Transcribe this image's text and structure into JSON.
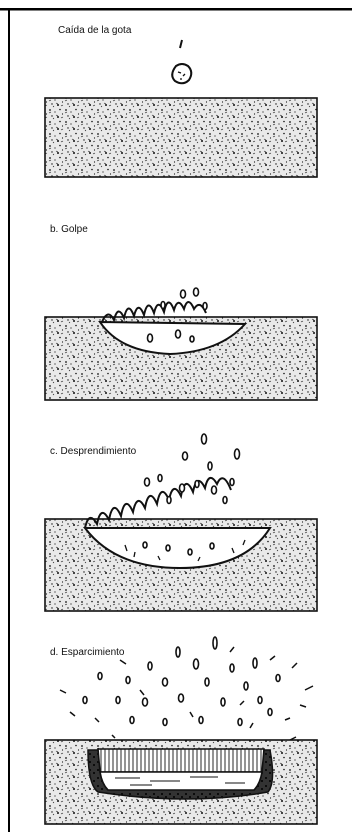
{
  "panels": [
    {
      "id": "a",
      "caption": "Caída de la gota"
    },
    {
      "id": "b",
      "caption": "b.  Golpe"
    },
    {
      "id": "c",
      "caption": "c.  Desprendimiento"
    },
    {
      "id": "d",
      "caption": "d.  Esparcimiento"
    }
  ],
  "colors": {
    "ink": "#111111",
    "paper": "#ffffff",
    "soil_bg": "#ececec",
    "water_fill": "#ffffff"
  }
}
